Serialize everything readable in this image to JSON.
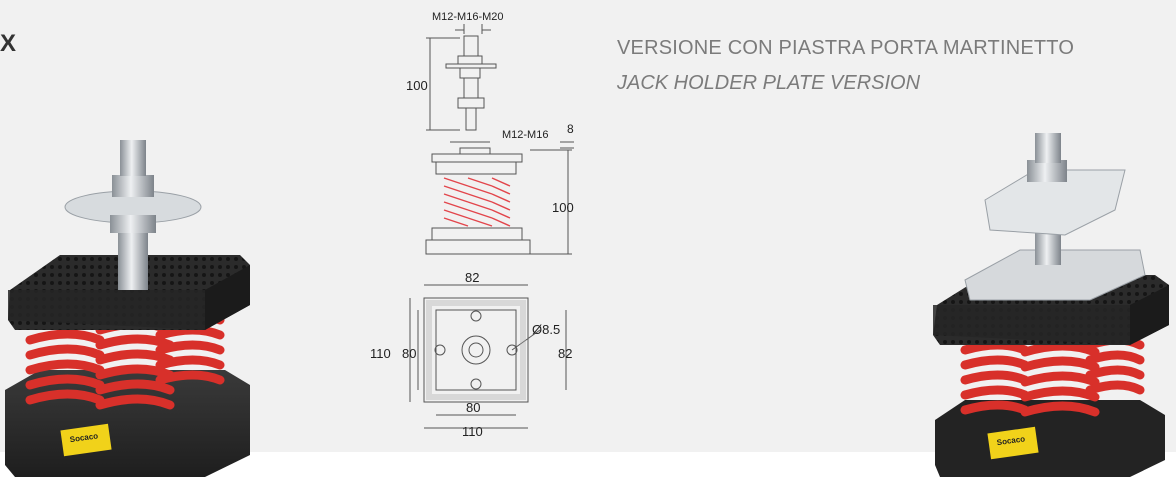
{
  "header": {
    "cut_label": "X",
    "title": "VERSIONE CON PIASTRA PORTA MARTINETTO",
    "subtitle": "JACK HOLDER PLATE VERSION"
  },
  "drawing": {
    "bolt_threads": "M12-M16-M20",
    "bolt_height": "100",
    "mount_threads": "M12-M16",
    "top_plate_thickness": "8",
    "mount_height": "100",
    "plan_inner_width": "82",
    "plan_outer_height": "110",
    "plan_inner_height": "80",
    "hole_diameter": "Ø8.5",
    "plan_right_height": "82",
    "plan_hole_spacing": "80",
    "plan_outer_width": "110"
  },
  "product": {
    "label_brand": "Socaco"
  },
  "colors": {
    "spring": "#d8302a",
    "rubber": "#2a2a2a",
    "steel": "#c4c8cc",
    "label": "#f1d21a",
    "drawing_line": "#555555",
    "drawing_spring": "#e2454b"
  }
}
